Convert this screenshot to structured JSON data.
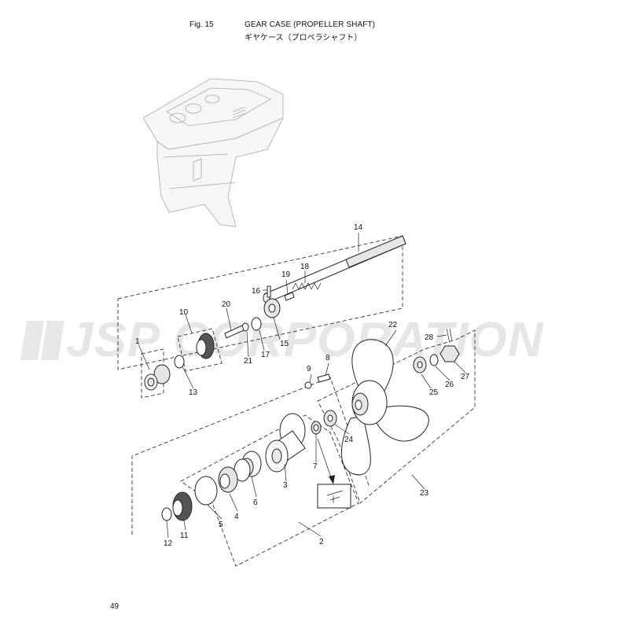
{
  "header": {
    "fig_number": "Fig. 15",
    "title_en": "GEAR CASE (PROPELLER SHAFT)",
    "title_jp": "ギヤケース（プロペラシャフト）"
  },
  "page_number": "49",
  "watermark": {
    "text": "JSP CORPORATION",
    "color": "#d3d3d3"
  },
  "callouts": [
    "1",
    "2",
    "3",
    "4",
    "5",
    "6",
    "7",
    "8",
    "9",
    "10",
    "11",
    "12",
    "13",
    "14",
    "15",
    "16",
    "17",
    "18",
    "19",
    "20",
    "21",
    "22",
    "23",
    "24",
    "25",
    "26",
    "27",
    "28"
  ]
}
